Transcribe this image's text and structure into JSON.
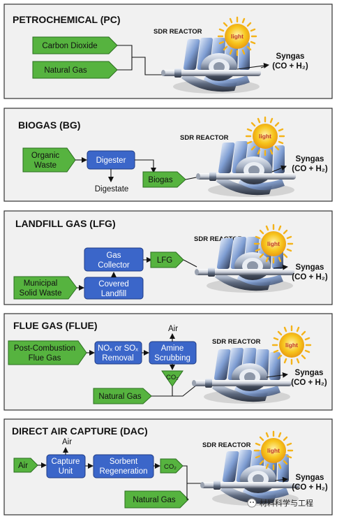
{
  "colors": {
    "green": "#56b33f",
    "blue": "#3b66c9",
    "panel_bg": "#f1f1f1",
    "sun": "#f6c21b"
  },
  "reactor_label": "SDR REACTOR",
  "light_label": "light",
  "syngas_label": "Syngas",
  "syngas_formula": "(CO + H₂)",
  "panels": {
    "pc": {
      "title": "PETROCHEMICAL (PC)",
      "inputs": [
        "Carbon Dioxide",
        "Natural Gas"
      ]
    },
    "bg": {
      "title": "BIOGAS (BG)",
      "organic_waste": [
        "Organic",
        "Waste"
      ],
      "digester": "Digester",
      "digestate": "Digestate",
      "biogas": "Biogas"
    },
    "lfg": {
      "title": "LANDFILL GAS (LFG)",
      "gas_collector": [
        "Gas",
        "Collector"
      ],
      "lfg": "LFG",
      "msw": [
        "Municipal",
        "Solid Waste"
      ],
      "covered_landfill": [
        "Covered",
        "Landfill"
      ]
    },
    "flue": {
      "title": "FLUE GAS (FLUE)",
      "post_combustion": [
        "Post-Combustion",
        "Flue Gas"
      ],
      "nox_sox": [
        "NOₓ or SOₓ",
        "Removal"
      ],
      "amine": [
        "Amine",
        "Scrubbing"
      ],
      "air": "Air",
      "co2": "CO₂",
      "natural_gas": "Natural Gas"
    },
    "dac": {
      "title": "DIRECT AIR CAPTURE (DAC)",
      "air_in": "Air",
      "capture_unit": [
        "Capture",
        "Unit"
      ],
      "air_out": "Air",
      "sorbent": [
        "Sorbent",
        "Regeneration"
      ],
      "co2": "CO₂",
      "natural_gas": "Natural Gas"
    }
  },
  "watermark": "材料科学与工程"
}
